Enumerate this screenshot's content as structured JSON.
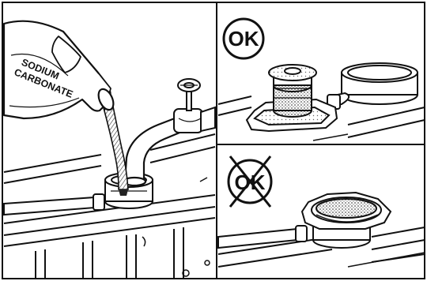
{
  "illustration": {
    "bottle_label_line1": "SODIUM",
    "bottle_label_line2": "CARBONATE",
    "badge_ok": "OK",
    "badge_not_ok": "OK"
  },
  "colors": {
    "ink": "#111111",
    "paper": "#ffffff",
    "stipple": "#9a9a9a"
  }
}
